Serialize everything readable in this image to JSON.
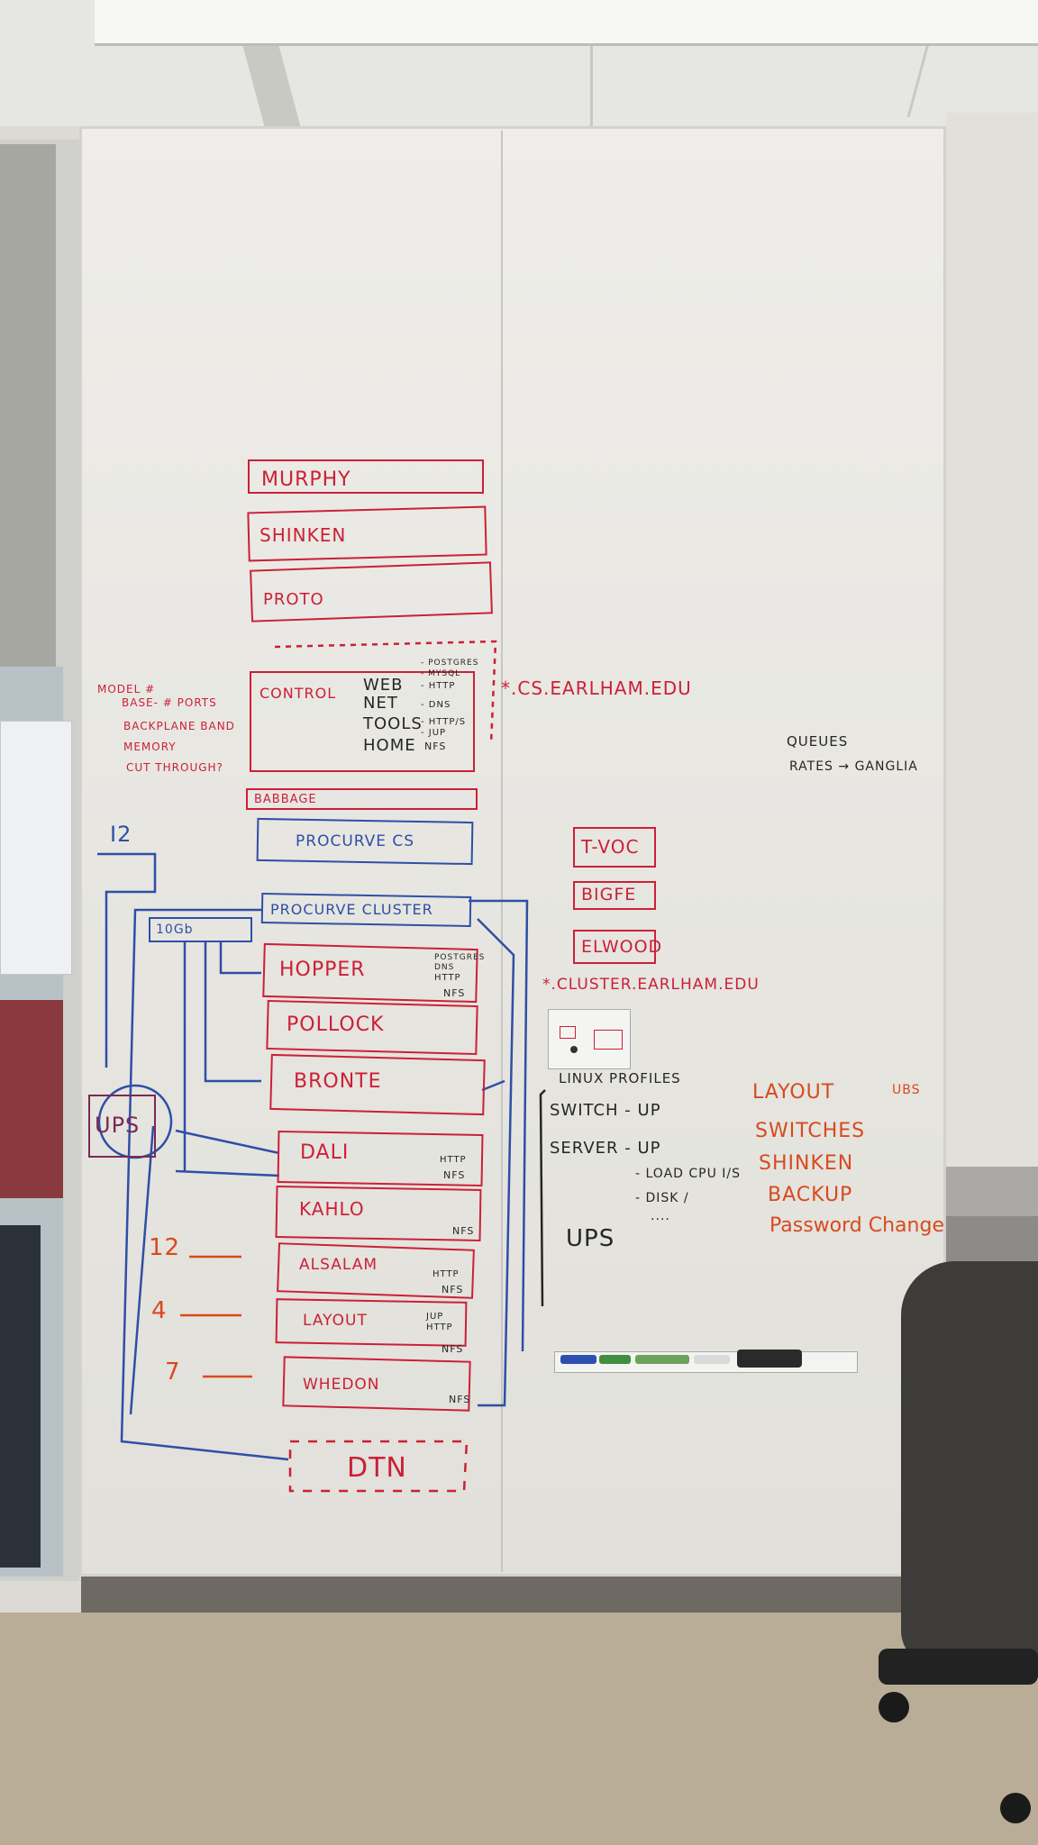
{
  "whiteboard": {
    "servers_top": [
      "MURPHY",
      "SHINKEN",
      "PROTO"
    ],
    "control_block": {
      "title": "CONTROL",
      "services": [
        "WEB",
        "NET",
        "TOOLS",
        "HOME"
      ],
      "details": [
        "- POSTGRES",
        "- MYSQL",
        "- HTTP",
        "- DNS",
        "- HTTP/S",
        "- JUP",
        "NFS"
      ]
    },
    "domain_cs": "*.CS.EARLHAM.EDU",
    "model_notes": [
      "MODEL #",
      "BASE- # PORTS",
      "BACKPLANE BAND",
      "MEMORY",
      "CUT THROUGH?"
    ],
    "babbage": "BABBAGE",
    "procurve_cs": "PROCURVE CS",
    "i2": "I2",
    "procurve_cluster": "PROCURVE CLUSTER",
    "ten_gb": "10Gb",
    "cluster_nodes": [
      {
        "name": "HOPPER",
        "notes": [
          "POSTGRES",
          "DNS",
          "HTTP",
          "NFS"
        ]
      },
      {
        "name": "POLLOCK",
        "notes": []
      },
      {
        "name": "BRONTE",
        "notes": []
      },
      {
        "name": "DALI",
        "notes": [
          "HTTP",
          "NFS"
        ]
      },
      {
        "name": "KAHLO",
        "notes": [
          "NFS"
        ]
      },
      {
        "name": "ALSALAM",
        "notes": [
          "HTTP",
          "NFS"
        ]
      },
      {
        "name": "LAYOUT",
        "notes": [
          "JUP",
          "HTTP",
          "NFS"
        ]
      },
      {
        "name": "WHEDON",
        "notes": [
          "NFS"
        ]
      }
    ],
    "ups": "UPS",
    "dtn": "DTN",
    "rack_units": [
      "12",
      "4",
      "7"
    ],
    "side_servers": [
      "T-VOC",
      "BIGFE",
      "ELWOOD"
    ],
    "domain_cluster": "*.CLUSTER.EARLHAM.EDU",
    "queues": [
      "QUEUES",
      "RATES → GANGLIA"
    ],
    "profiles_list": [
      "LINUX PROFILES",
      "SWITCH - UP",
      "SERVER - UP",
      "- LOAD CPU  I/S",
      "- DISK  /",
      "....",
      "UPS"
    ],
    "todo_list": [
      "LAYOUT",
      "UBS",
      "SWITCHES",
      "SHINKEN",
      "BACKUP",
      "Password Change"
    ]
  },
  "colors": {
    "red": "#cc2036",
    "blue": "#2f4fa5",
    "orange": "#d84a1e",
    "black": "#262626"
  }
}
